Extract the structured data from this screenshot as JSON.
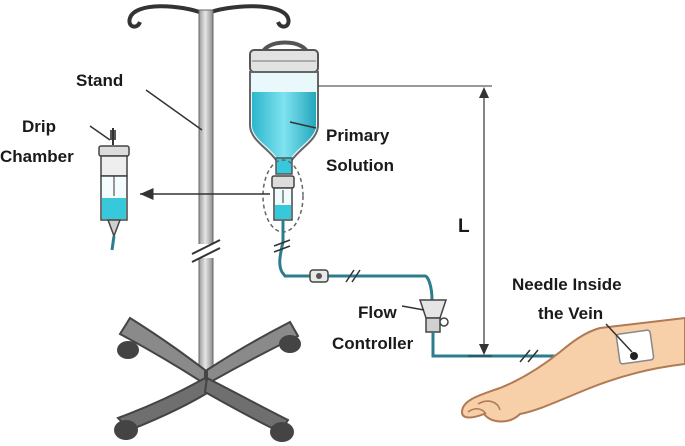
{
  "labels": {
    "stand": "Stand",
    "drip_chamber": [
      "Drip",
      "Chamber"
    ],
    "primary_solution": [
      "Primary",
      "Solution"
    ],
    "length": "L",
    "flow_controller": [
      "Flow",
      "Controller"
    ],
    "needle": [
      "Needle Inside",
      "the Vein"
    ]
  },
  "colors": {
    "solution": "#38c8dc",
    "tube": "#2e7d8c",
    "stand": "#c9c9c9",
    "base": "#7a7a7a",
    "skin": "#f7cfa8"
  }
}
